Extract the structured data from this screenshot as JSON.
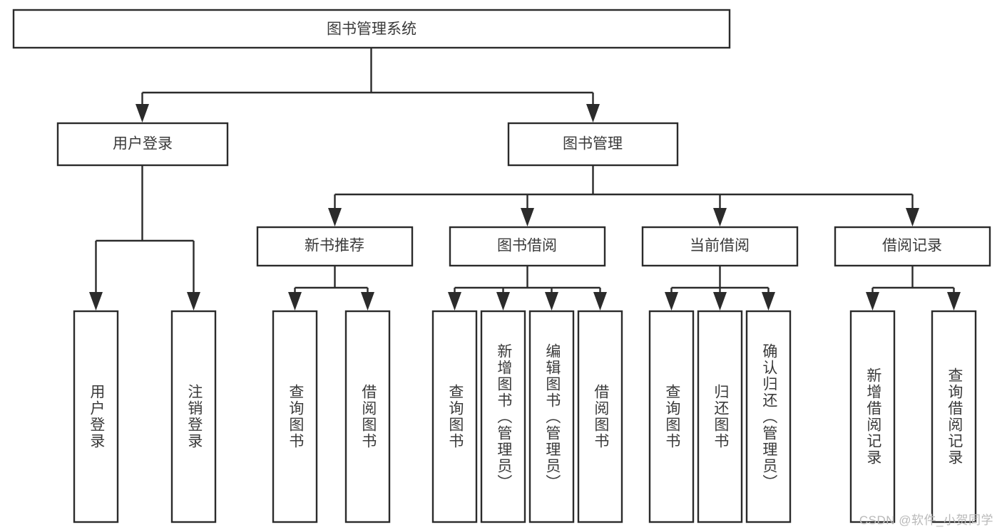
{
  "diagram": {
    "type": "hierarchy-tree",
    "title": "图书管理系统",
    "watermark": "CSDN @软件_小贺同学",
    "colors": {
      "box_stroke": "#2b2b2b",
      "box_fill": "#ffffff",
      "text": "#3a3a3a",
      "watermark": "#b9b9b9",
      "background": "#ffffff"
    },
    "root": {
      "label": "图书管理系统"
    },
    "level2": [
      {
        "label": "用户登录"
      },
      {
        "label": "图书管理"
      }
    ],
    "level3": [
      {
        "label": "新书推荐"
      },
      {
        "label": "图书借阅"
      },
      {
        "label": "当前借阅"
      },
      {
        "label": "借阅记录"
      }
    ],
    "leaves": {
      "user_login": [
        {
          "label": "用户登录"
        },
        {
          "label": "注销登录"
        }
      ],
      "new_book_recommend": [
        {
          "label": "查询图书"
        },
        {
          "label": "借阅图书"
        }
      ],
      "book_borrow": [
        {
          "label": "查询图书"
        },
        {
          "label": "新增图书（管理员）"
        },
        {
          "label": "编辑图书（管理员）"
        },
        {
          "label": "借阅图书"
        }
      ],
      "current_borrow": [
        {
          "label": "查询图书"
        },
        {
          "label": "归还图书"
        },
        {
          "label": "确认归还（管理员）"
        }
      ],
      "borrow_record": [
        {
          "label": "新增借阅记录"
        },
        {
          "label": "查询借阅记录"
        }
      ]
    }
  }
}
